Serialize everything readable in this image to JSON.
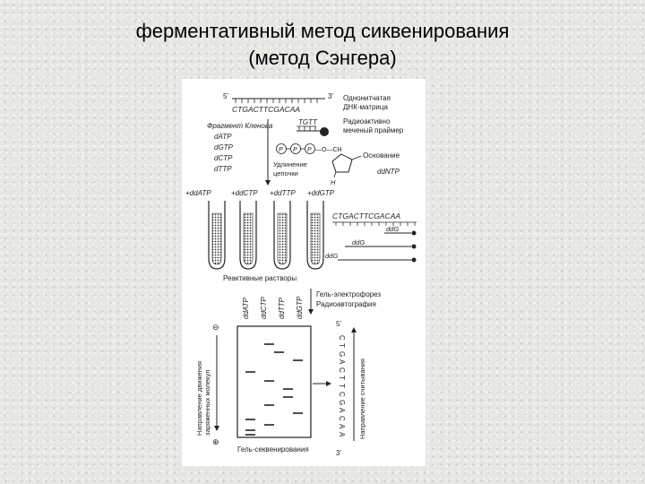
{
  "slide": {
    "title_line1": "ферментативный метод сиквенирования",
    "title_line2": "(метод Сэнгера)"
  },
  "figure": {
    "strand_5": "5'",
    "strand_3": "3'",
    "template_seq": "CTGACTTCGACAA",
    "template_label_1": "Однонитчатая",
    "template_label_2": "ДНК-матрица",
    "primer_seq": "TGTT",
    "primer_label_1": "Радиоактивно",
    "primer_label_2": "меченый праймер",
    "reagents": [
      "Фрагмент Кленова",
      "dATP",
      "dGTP",
      "dCTP",
      "dTTP"
    ],
    "chain_label_1": "Удлинение",
    "chain_label_2": "цепочки",
    "base_label": "Основание",
    "ddntp_label": "ddNTP",
    "nucleotide_p": "P",
    "nucleotide_o_ch2": "—O—CH",
    "nucleotide_h": "H",
    "tubes": [
      "+ddATP",
      "+ddCTP",
      "+ddTTP",
      "+ddGTP"
    ],
    "products_template": "CTGACTTCGACAA",
    "products": [
      "ddG",
      "ddG",
      "ddG"
    ],
    "tubes_label": "Реактивные растворы",
    "electrophoresis_1": "Гель-электрофорез",
    "electrophoresis_2": "Радиоавтография",
    "lanes": [
      "ddATP",
      "ddCTP",
      "ddTTP",
      "ddGTP"
    ],
    "gel_label": "Гель-секвенирования",
    "left_axis_label_1": "Направление движения",
    "left_axis_label_2": "заряженных молекул",
    "minus_sign": "⊖",
    "plus_sign": "⊕",
    "read_5": "5'",
    "read_3": "3'",
    "read_sequence": [
      "C",
      "T",
      "G",
      "A",
      "C",
      "T",
      "T",
      "C",
      "G",
      "A",
      "C",
      "A",
      "A"
    ],
    "read_label": "Направление считывания"
  },
  "colors": {
    "ink": "#222222",
    "paper": "#ffffff",
    "slide_bg": "#e6e6e3"
  }
}
